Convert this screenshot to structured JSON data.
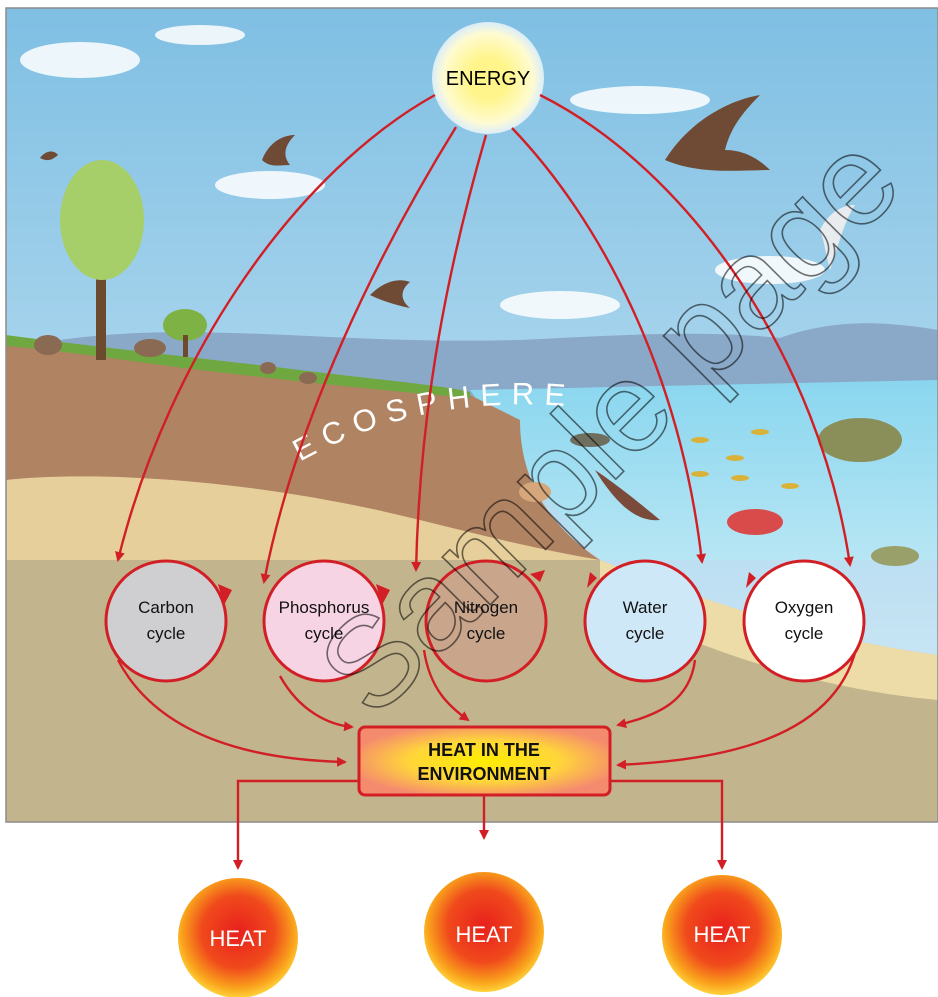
{
  "energy_label": "ENERGY",
  "ecosphere_label": "ECOSPHERE",
  "cycles": [
    {
      "line1": "Carbon",
      "line2": "cycle",
      "color": "#cfcfd2"
    },
    {
      "line1": "Phosphorus",
      "line2": "cycle",
      "color": "#f7d4e4"
    },
    {
      "line1": "Nitrogen",
      "line2": "cycle",
      "color": "#c9a58c"
    },
    {
      "line1": "Water",
      "line2": "cycle",
      "color": "#cfe8f8"
    },
    {
      "line1": "Oxygen",
      "line2": "cycle",
      "color": "#ffffff"
    }
  ],
  "heat_env": {
    "line1": "HEAT IN THE",
    "line2": "ENVIRONMENT"
  },
  "heat_labels": [
    "HEAT",
    "HEAT",
    "HEAT"
  ],
  "watermark": "Sample page",
  "colors": {
    "arrow": "#d21f26",
    "sky": "#bfe0f1",
    "sea": "#79cdea",
    "sun": "#fff29a",
    "heat_box": "#f58b6e",
    "heat_glow": "#ffec00"
  }
}
